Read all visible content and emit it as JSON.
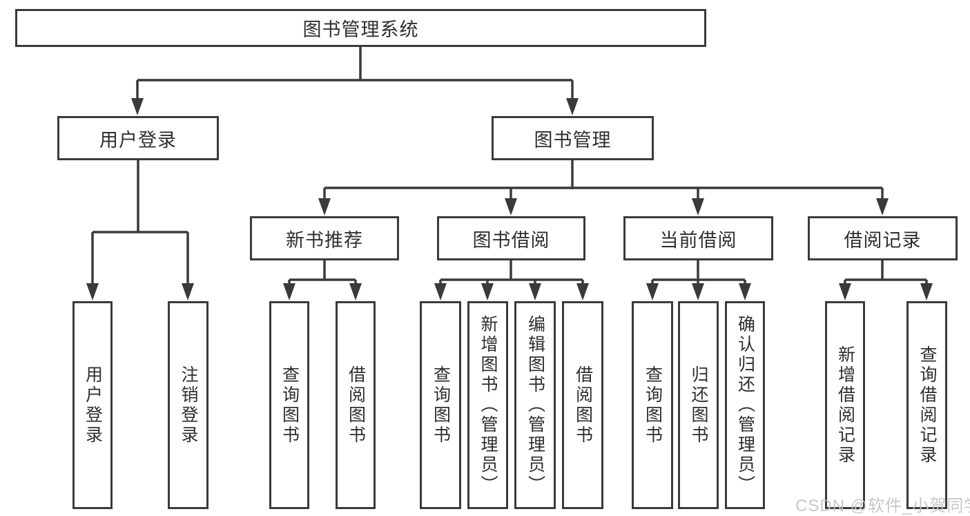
{
  "tree": {
    "label": "图书管理系统",
    "children": [
      {
        "label": "用户登录",
        "children": [
          {
            "label": "用户登录"
          },
          {
            "label": "注销登录"
          }
        ]
      },
      {
        "label": "图书管理",
        "children": [
          {
            "label": "新书推荐",
            "children": [
              {
                "label": "查询图书"
              },
              {
                "label": "借阅图书"
              }
            ]
          },
          {
            "label": "图书借阅",
            "children": [
              {
                "label": "查询图书"
              },
              {
                "label": "新增图书（管理员）"
              },
              {
                "label": "编辑图书（管理员）"
              },
              {
                "label": "借阅图书"
              }
            ]
          },
          {
            "label": "当前借阅",
            "children": [
              {
                "label": "查询图书"
              },
              {
                "label": "归还图书"
              },
              {
                "label": "确认归还（管理员）"
              }
            ]
          },
          {
            "label": "借阅记录",
            "children": [
              {
                "label": "新增借阅记录"
              },
              {
                "label": "查询借阅记录"
              }
            ]
          }
        ]
      }
    ]
  },
  "watermark": {
    "text": "CSDN @软件_小贺同学"
  },
  "colors": {
    "line": "#3a3a3c",
    "box_border": "#3a3a3c",
    "text": "#2e2e31",
    "watermark": "#c3c3c3",
    "background": "#ffffff"
  }
}
